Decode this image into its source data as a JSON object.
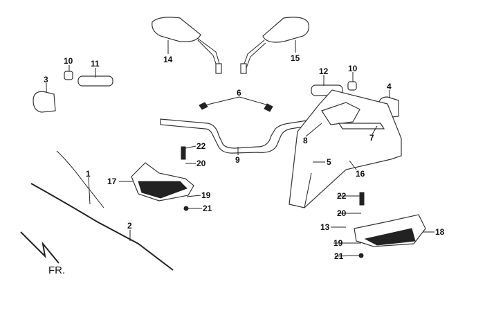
{
  "diagram": {
    "title": "Handlebar assembly exploded view",
    "callouts": [
      "14",
      "15",
      "10",
      "11",
      "3",
      "12",
      "10",
      "4",
      "6",
      "9",
      "22",
      "20",
      "17",
      "19",
      "21",
      "1",
      "2",
      "8",
      "7",
      "5",
      "16",
      "22",
      "20",
      "13",
      "18",
      "19",
      "21"
    ],
    "direction_label": "FR."
  }
}
